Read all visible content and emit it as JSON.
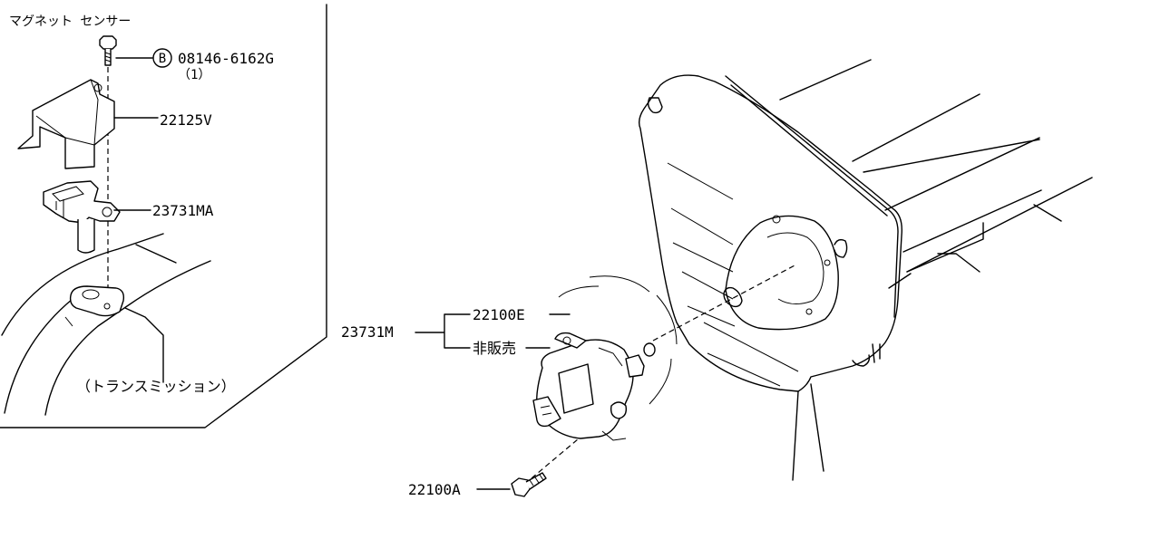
{
  "inset": {
    "title": "マグネット センサー",
    "transmission_label": "（トランスミッション）"
  },
  "parts": {
    "bolt_symbol": "B",
    "bolt_number": "08146-6162G",
    "bolt_qty": "（1）",
    "cover": "22125V",
    "sensor_bracket": "23731MA",
    "assembly": "23731M",
    "distributor": "22100E",
    "not_sold": "非販売",
    "bolt": "22100A"
  },
  "icons": [
    "b-circle-icon"
  ]
}
